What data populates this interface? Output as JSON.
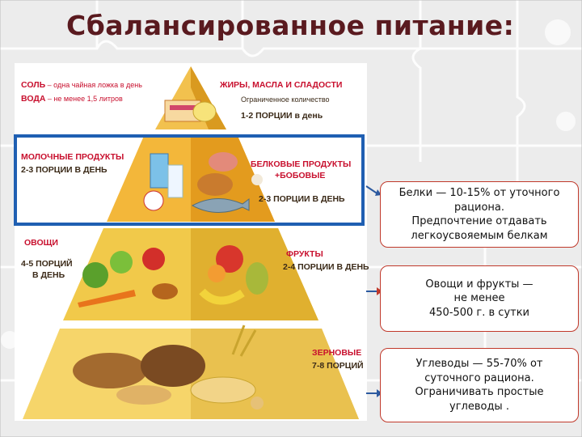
{
  "title": "Сбалансированное питание:",
  "pyramid": {
    "salt": {
      "name": "СОЛЬ",
      "desc": " – одна чайная ложка в день"
    },
    "water": {
      "name": "ВОДА",
      "desc": " – не менее 1,5 литров"
    },
    "fats": {
      "name": "ЖИРЫ, МАСЛА И СЛАДОСТИ",
      "line1": "Ограниченное количество",
      "line2": "1-2 ПОРЦИИ в день"
    },
    "dairy": {
      "name": "МОЛОЧНЫЕ ПРОДУКТЫ",
      "portions": "2-3 ПОРЦИИ В ДЕНЬ"
    },
    "protein": {
      "name1": "БЕЛКОВЫЕ ПРОДУКТЫ",
      "name2": "+БОБОВЫЕ",
      "portions": "2-3 ПОРЦИИ В ДЕНЬ"
    },
    "vegetables": {
      "name": "ОВОЩИ",
      "portions1": "4-5 ПОРЦИЙ",
      "portions2": "В ДЕНЬ"
    },
    "fruits": {
      "name": "ФРУКТЫ",
      "portions": "2-4 ПОРЦИИ В ДЕНЬ"
    },
    "grains": {
      "name": "ЗЕРНОВЫЕ",
      "portions": "7-8 ПОРЦИЙ"
    }
  },
  "info_boxes": [
    {
      "lines": [
        "Белки — 10-15% от уточного",
        "рациона.",
        "Предпочтение отдавать",
        "легкоусвояемым белкам"
      ]
    },
    {
      "lines": [
        "Овощи и фрукты —",
        "не менее",
        "450-500 г. в сутки"
      ]
    },
    {
      "lines": [
        "Углеводы — 55-70% от",
        "суточного рациона.",
        "Ограничивать простые",
        "углеводы ."
      ]
    }
  ],
  "colors": {
    "title": "#5a1a1f",
    "highlight": "#1f5fb2",
    "label_red": "#c8102e",
    "box_border": "#c0392b",
    "arrow": "#2c5aa0"
  }
}
